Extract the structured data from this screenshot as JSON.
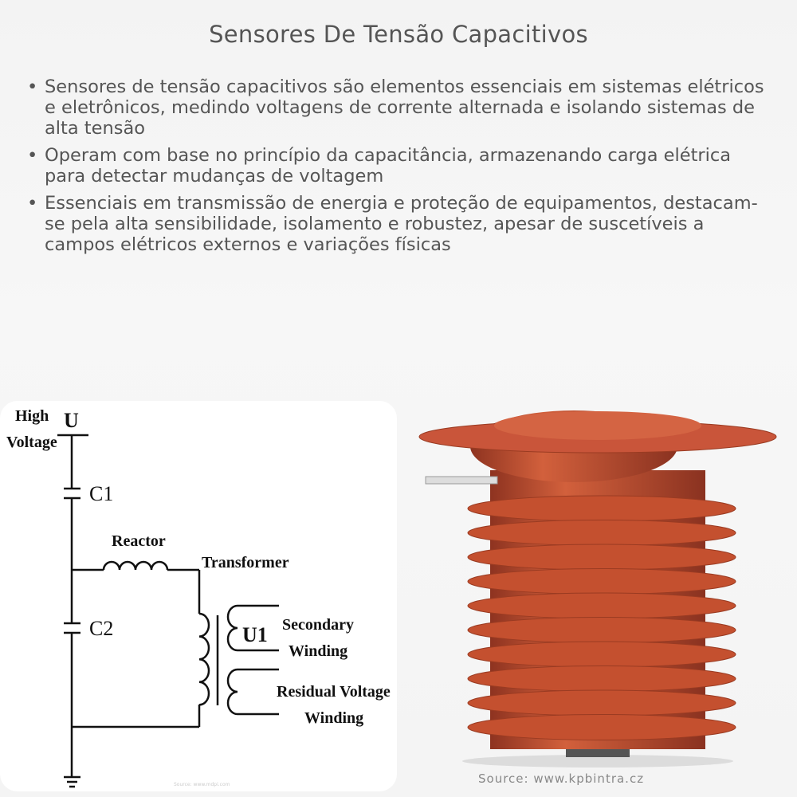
{
  "title": "Sensores De Tensão Capacitivos",
  "bullets": [
    "Sensores de tensão capacitivos são elementos essenciais em sistemas elétricos e eletrônicos, medindo voltagens de corrente alternada e isolando sistemas de alta tensão",
    "Operam com base no princípio da capacitância, armazenando carga elétrica para detectar mudanças de voltagem",
    "Essenciais em transmissão de energia e proteção de equipamentos, destacam-se pela alta sensibilidade, isolamento e robustez, apesar de suscetíveis a campos elétricos externos e variações físicas"
  ],
  "diagram": {
    "high": "High",
    "voltage": "Voltage",
    "u": "U",
    "c1": "C1",
    "c2": "C2",
    "reactor": "Reactor",
    "transformer": "Transformer",
    "u1": "U1",
    "secondary_1": "Secondary",
    "secondary_2": "Winding",
    "residual_1": "Residual Voltage",
    "residual_2": "Winding",
    "source": "Source: www.mdpi.com"
  },
  "photo": {
    "source": "Source: www.kpbintra.cz",
    "insulator_color": "#c4502f"
  }
}
